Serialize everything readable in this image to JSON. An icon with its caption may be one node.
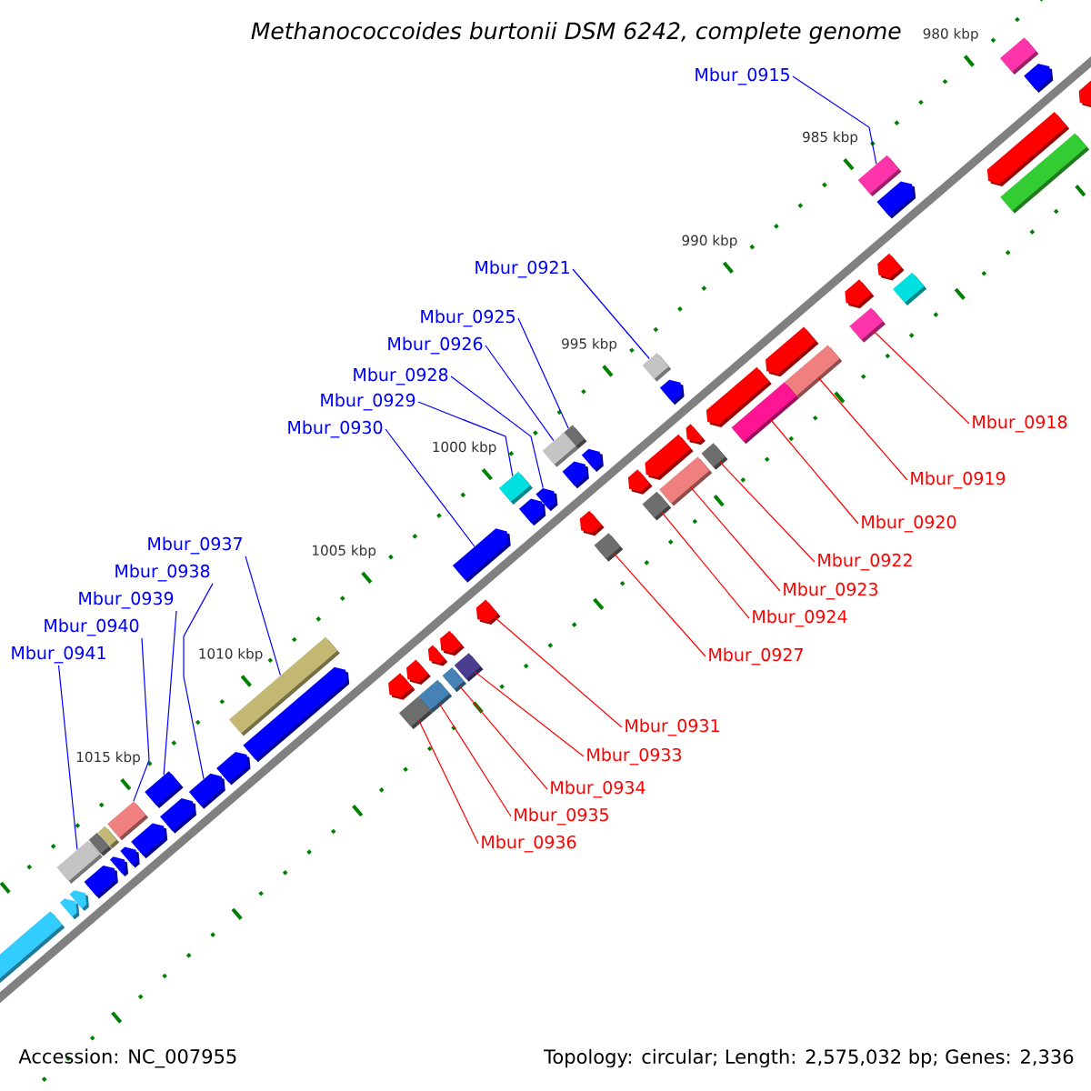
{
  "diagram": {
    "title": "Methanococcoides burtonii DSM 6242, complete genome",
    "nodes": [
      {
        "text": [
          "Mbur_0915"
        ]
      },
      {
        "text": [],
        "shape": "box"
      },
      {
        "text": [
          "Mbur_0921"
        ]
      },
      {
        "text": [],
        "shape": "box"
      },
      {
        "text": [
          "Mbur_0925"
        ]
      },
      {
        "text": [],
        "shape": "box"
      },
      {
        "text": [
          "Mbur_0926"
        ]
      },
      {
        "text": [],
        "shape": "box"
      },
      {
        "text": [
          "Mbur_0928"
        ]
      },
      {
        "text": [],
        "shape": "pentagon"
      },
      {
        "text": [
          "Mbur_0929"
        ]
      },
      {
        "text": [],
        "shape": "box"
      },
      {
        "text": [
          "Mbur_0930"
        ]
      },
      {
        "text": [],
        "shape": "pentagon"
      },
      {
        "text": [
          "Mbur_0937"
        ]
      },
      {
        "text": [],
        "shape": "box"
      },
      {
        "text": [
          "Mbur_0938"
        ]
      },
      {
        "text": [],
        "shape": "pentagon"
      },
      {
        "text": [
          "Mbur_0939"
        ]
      },
      {
        "text": [],
        "shape": "box"
      },
      {
        "text": [
          "Mbur_0940"
        ]
      },
      {
        "text": [],
        "shape": "box"
      },
      {
        "text": [
          "Mbur_0941"
        ]
      },
      {
        "text": [],
        "shape": "box"
      },
      {
        "text": [
          "Mbur_0918"
        ]
      },
      {
        "text": [],
        "shape": "box"
      },
      {
        "text": [
          "Mbur_0919"
        ]
      },
      {
        "text": [],
        "shape": "box"
      },
      {
        "text": [
          "Mbur_0920"
        ]
      },
      {
        "text": [],
        "shape": "box"
      },
      {
        "text": [
          "Mbur_0922"
        ]
      },
      {
        "text": [],
        "shape": "box"
      },
      {
        "text": [
          "Mbur_0923"
        ]
      },
      {
        "text": [],
        "shape": "box"
      },
      {
        "text": [
          "Mbur_0924"
        ]
      },
      {
        "text": [],
        "shape": "box"
      },
      {
        "text": [
          "Mbur_0927"
        ]
      },
      {
        "text": [],
        "shape": "box"
      },
      {
        "text": [
          "Mbur_0931"
        ]
      },
      {
        "text": [],
        "shape": "pentagon"
      },
      {
        "text": [
          "Mbur_0933"
        ]
      },
      {
        "text": [],
        "shape": "box"
      },
      {
        "text": [
          "Mbur_0934"
        ]
      },
      {
        "text": [],
        "shape": "box"
      },
      {
        "text": [
          "Mbur_0935"
        ]
      },
      {
        "text": [],
        "shape": "box"
      },
      {
        "text": [
          "Mbur_0936"
        ]
      },
      {
        "text": [],
        "shape": "box"
      },
      {
        "text": [],
        "shape": "box"
      },
      {
        "text": [],
        "shape": "pentagon"
      },
      {
        "text": [],
        "shape": "pentagon"
      },
      {
        "text": [],
        "shape": "pentagon"
      },
      {
        "text": [],
        "shape": "pentagon"
      },
      {
        "text": [],
        "shape": "pentagon"
      },
      {
        "text": [],
        "shape": "pentagon"
      },
      {
        "text": [],
        "shape": "pentagon"
      },
      {
        "text": [],
        "shape": "pentagon"
      },
      {
        "text": [],
        "shape": "pentagon"
      },
      {
        "text": [],
        "shape": "pentagon"
      },
      {
        "text": [],
        "shape": "pentagon"
      },
      {
        "text": [],
        "shape": "pentagon"
      },
      {
        "text": [],
        "shape": "pentagon"
      },
      {
        "text": [],
        "shape": "pentagon"
      },
      {
        "text": [],
        "shape": "pentagon"
      },
      {
        "text": [],
        "shape": "box"
      },
      {
        "text": [],
        "shape": "box"
      },
      {
        "text": [],
        "shape": "box"
      },
      {
        "text": [],
        "shape": "pentagon"
      },
      {
        "text": [],
        "shape": "pentagon"
      },
      {
        "text": [],
        "shape": "box"
      },
      {
        "text": [],
        "shape": "pentagon"
      },
      {
        "text": [],
        "shape": "box"
      },
      {
        "text": [],
        "shape": "pentagon"
      },
      {
        "text": [],
        "shape": "pentagon"
      },
      {
        "text": [],
        "shape": "pentagon"
      },
      {
        "text": [],
        "shape": "pentagon"
      },
      {
        "text": [],
        "shape": "pentagon"
      },
      {
        "text": [],
        "shape": "pentagon"
      },
      {
        "text": [],
        "shape": "pentagon"
      },
      {
        "text": [],
        "shape": "pentagon"
      },
      {
        "text": [],
        "shape": "pentagon"
      },
      {
        "text": [],
        "shape": "pentagon"
      },
      {
        "text": [],
        "shape": "pentagon"
      }
    ],
    "edges": [
      {
        "from": 0,
        "to": 1,
        "arrow": "none",
        "color": "#0000ff"
      },
      {
        "from": 2,
        "to": 3,
        "arrow": "none",
        "color": "#0000ff"
      },
      {
        "from": 4,
        "to": 5,
        "arrow": "none",
        "color": "#0000ff"
      },
      {
        "from": 6,
        "to": 7,
        "arrow": "none",
        "color": "#0000ff"
      },
      {
        "from": 8,
        "to": 9,
        "arrow": "none",
        "color": "#0000ff"
      },
      {
        "from": 10,
        "to": 11,
        "arrow": "none",
        "color": "#0000ff"
      },
      {
        "from": 12,
        "to": 13,
        "arrow": "none",
        "color": "#0000ff"
      },
      {
        "from": 14,
        "to": 15,
        "arrow": "none",
        "color": "#0000ff"
      },
      {
        "from": 16,
        "to": 17,
        "arrow": "none",
        "color": "#0000ff"
      },
      {
        "from": 18,
        "to": 19,
        "arrow": "none",
        "color": "#0000ff"
      },
      {
        "from": 20,
        "to": 21,
        "arrow": "none",
        "color": "#0000ff"
      },
      {
        "from": 22,
        "to": 23,
        "arrow": "none",
        "color": "#0000ff"
      },
      {
        "from": 24,
        "to": 25,
        "arrow": "none",
        "color": "#ff0000"
      },
      {
        "from": 26,
        "to": 27,
        "arrow": "none",
        "color": "#ff0000"
      },
      {
        "from": 28,
        "to": 29,
        "arrow": "none",
        "color": "#ff0000"
      },
      {
        "from": 30,
        "to": 31,
        "arrow": "none",
        "color": "#ff0000"
      },
      {
        "from": 32,
        "to": 33,
        "arrow": "none",
        "color": "#ff0000"
      },
      {
        "from": 34,
        "to": 35,
        "arrow": "none",
        "color": "#ff0000"
      },
      {
        "from": 36,
        "to": 37,
        "arrow": "none",
        "color": "#ff0000"
      },
      {
        "from": 38,
        "to": 39,
        "arrow": "none",
        "color": "#ff0000"
      },
      {
        "from": 40,
        "to": 41,
        "arrow": "none",
        "color": "#ff0000"
      },
      {
        "from": 42,
        "to": 43,
        "arrow": "none",
        "color": "#ff0000"
      },
      {
        "from": 44,
        "to": 45,
        "arrow": "none",
        "color": "#ff0000"
      },
      {
        "from": 46,
        "to": 47,
        "arrow": "none",
        "color": "#ff0000"
      }
    ],
    "labels": [
      "980 kbp",
      "985 kbp",
      "990 kbp",
      "995 kbp",
      "1000 kbp",
      "1005 kbp",
      "1010 kbp",
      "1015 kbp",
      "Accession: NC_007955",
      "Topology: circular; Length: 2,575,032 bp; Genes: 2,336"
    ]
  }
}
